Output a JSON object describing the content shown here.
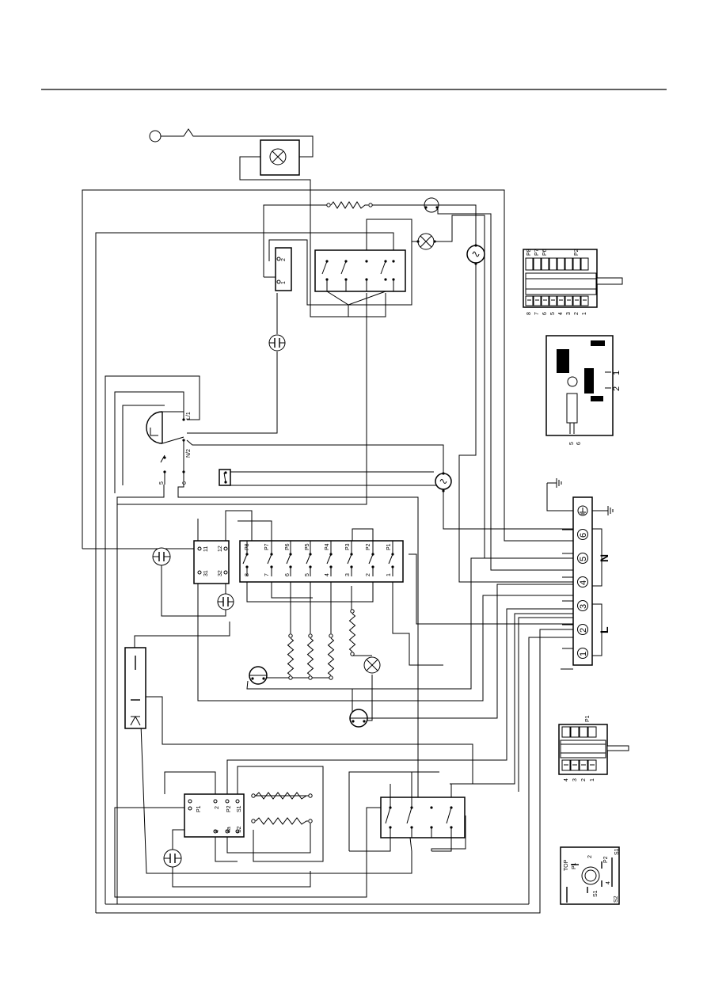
{
  "terminal_block": {
    "numbers": [
      "6",
      "5",
      "4",
      "3",
      "2",
      "1"
    ],
    "group_n": "N",
    "group_l": "L"
  },
  "main_switch": {
    "top_labels": [
      "P8",
      "P7",
      "P6",
      "P5",
      "P4",
      "P3",
      "P2",
      "P1"
    ],
    "bottom_labels": [
      "8",
      "7",
      "6",
      "5",
      "4",
      "3",
      "2",
      "1"
    ]
  },
  "thermostat": {
    "labels": [
      "11",
      "12",
      "31",
      "32"
    ]
  },
  "timer": {
    "labels": [
      "L/1",
      "N/2",
      "5",
      "6"
    ]
  },
  "top_relay": {
    "labels": [
      "2",
      "1"
    ]
  },
  "energy_regulator": {
    "labels": [
      "P1",
      "2",
      "P2",
      "S1",
      "4",
      "4a",
      "S2"
    ]
  },
  "switch_view_a": {
    "top_labels": [
      "P8",
      "P7",
      "P6",
      "P2"
    ],
    "bottom_labels": [
      "8",
      "7",
      "6",
      "5",
      "4",
      "3",
      "2",
      "1"
    ]
  },
  "timer_view": {
    "side_labels": [
      "1",
      "2"
    ],
    "bottom_labels": [
      "5",
      "6"
    ]
  },
  "switch_view_b": {
    "top_label": "P1",
    "bottom_labels": [
      "4",
      "3",
      "2",
      "1"
    ]
  },
  "regulator_view": {
    "labels": [
      "TOP",
      "P1",
      "2",
      "P2",
      "S1",
      "4",
      "4a",
      "S2"
    ]
  }
}
